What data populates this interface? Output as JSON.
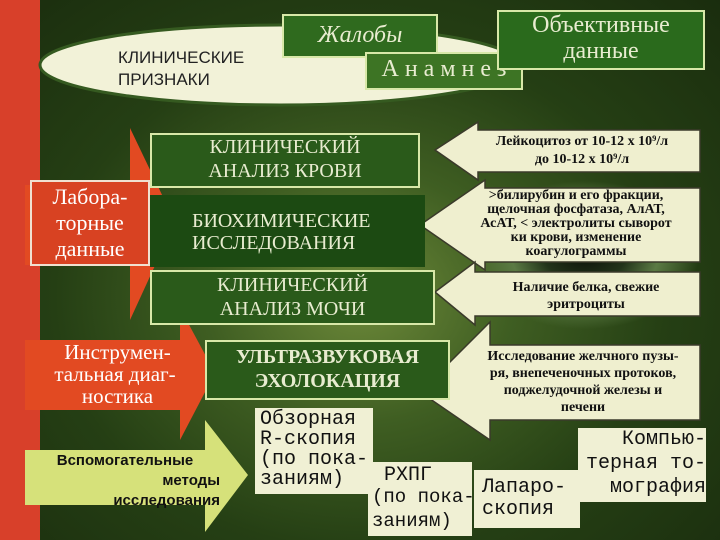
{
  "oval": {
    "klin1": "КЛИНИЧЕСКИЕ",
    "klin2": "ПРИЗНАКИ"
  },
  "top": {
    "complaints": "Жалобы",
    "anamnesis": "А н а м н е з",
    "objective1": "Объективные",
    "objective2": "данные"
  },
  "left": {
    "lab1": "Лабора-",
    "lab2": "торные",
    "lab3": "данные",
    "instr1": "Инструмен-",
    "instr2": "тальная диаг-",
    "instr3": "ностика",
    "aux1": "Вспомогательные",
    "aux2": "методы",
    "aux3": "исследования"
  },
  "middle": {
    "blood1": "КЛИНИЧЕСКИЙ",
    "blood2": "АНАЛИЗ   КРОВИ",
    "bio1": "БИОХИМИЧЕСКИЕ",
    "bio2": "ИССЛЕДОВАНИЯ",
    "urine1": "КЛИНИЧЕСКИЙ",
    "urine2": "АНАЛИЗ   МОЧИ",
    "us1": "УЛЬТРАЗВУКОВАЯ",
    "us2": "ЭХОЛОКАЦИЯ"
  },
  "right": {
    "leuko1": "Лейкоцитоз от 10-12 х 10⁹/л",
    "leuko2": "до 10-12 х 10⁹/л",
    "bili1": ">билирубин и его фракции,",
    "bili2": "щелочная фосфатаза, АлАТ,",
    "bili3": "АсАТ, < электролиты сыворот",
    "bili4": "ки крови, изменение",
    "bili5": "коагулограммы",
    "protein1": "Наличие белка, свежие",
    "protein2": "эритроциты",
    "gall1": "Исследование желчного пузы-",
    "gall2": "ря, внепеченочных протоков,",
    "gall3": "поджелудочной железы и",
    "gall4": "печени"
  },
  "bottom": {
    "xray1": "Обзорная",
    "xray2": "R-скопия",
    "xray3": "(по пока-",
    "xray4": "заниям)",
    "ercp1": "РХПГ",
    "ercp2": "(по пока-",
    "ercp3": "заниям)",
    "lap1": "Лапаро-",
    "lap2": "скопия",
    "ct1": "Компью-",
    "ct2": "терная то-",
    "ct3": "мография"
  },
  "colors": {
    "red": "#e03c1c",
    "green_arrow": "#d2e07c",
    "cream": "#efefcf"
  }
}
